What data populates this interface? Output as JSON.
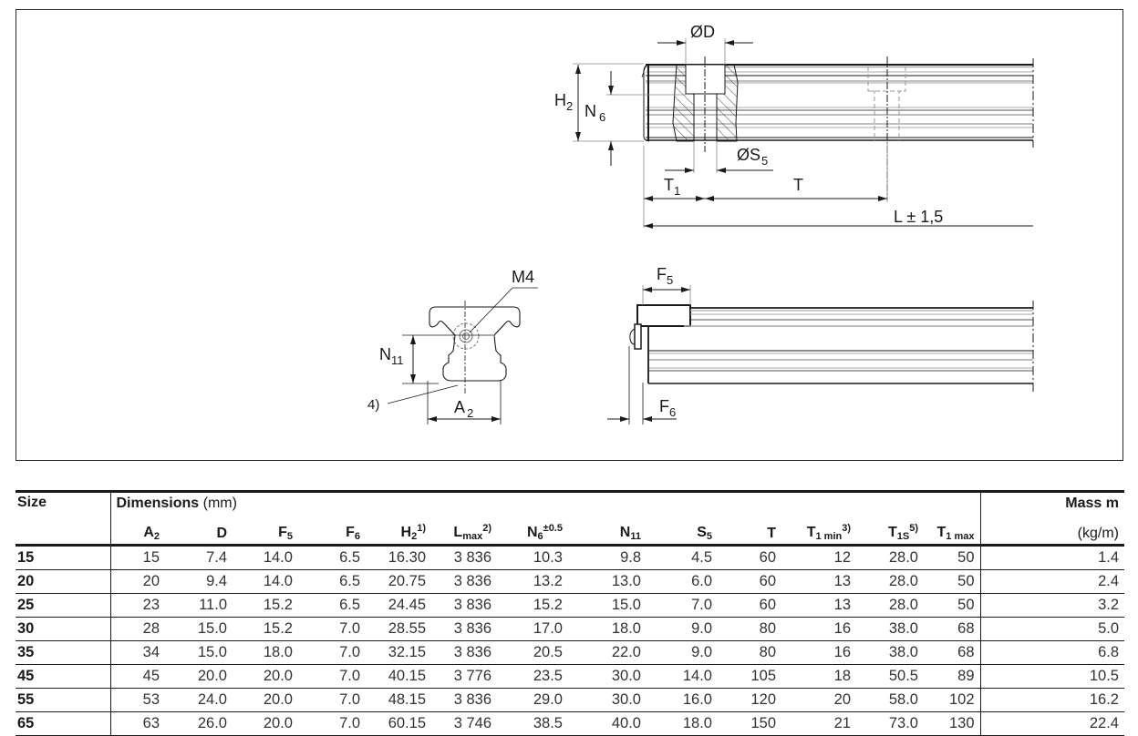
{
  "drawing": {
    "labels": {
      "od": "ØD",
      "h2": "H",
      "h2_sub": "2",
      "n6": "N",
      "n6_sub": "6",
      "os5": "ØS",
      "os5_sub": "5",
      "t1": "T",
      "t1_sub": "1",
      "t": "T",
      "l": "L ± 1,5",
      "m4": "M4",
      "n11": "N",
      "n11_sub": "11",
      "note4": "4)",
      "a2": "A",
      "a2_sub": "2",
      "f5": "F",
      "f5_sub": "5",
      "f6": "F",
      "f6_sub": "6"
    }
  },
  "table": {
    "size_header": "Size",
    "dimensions_header": "Dimensions",
    "dimensions_unit": "(mm)",
    "mass_header": "Mass m",
    "mass_unit": "(kg/m)",
    "columns": [
      {
        "base": "A",
        "sub": "2",
        "sup": ""
      },
      {
        "base": "D",
        "sub": "",
        "sup": ""
      },
      {
        "base": "F",
        "sub": "5",
        "sup": ""
      },
      {
        "base": "F",
        "sub": "6",
        "sup": ""
      },
      {
        "base": "H",
        "sub": "2",
        "sup": "1)"
      },
      {
        "base": "L",
        "sub": "max",
        "sup": "2)"
      },
      {
        "base": "N",
        "sub": "6",
        "sup": "±0.5"
      },
      {
        "base": "N",
        "sub": "11",
        "sup": ""
      },
      {
        "base": "S",
        "sub": "5",
        "sup": ""
      },
      {
        "base": "T",
        "sub": "",
        "sup": ""
      },
      {
        "base": "T",
        "sub": "1 min",
        "sup": "3)"
      },
      {
        "base": "T",
        "sub": "1S",
        "sup": "5)"
      },
      {
        "base": "T",
        "sub": "1 max",
        "sup": ""
      }
    ],
    "rows": [
      {
        "size": "15",
        "values": [
          "15",
          "7.4",
          "14.0",
          "6.5",
          "16.30",
          "3 836",
          "10.3",
          "9.8",
          "4.5",
          "60",
          "12",
          "28.0",
          "50"
        ],
        "mass": "1.4"
      },
      {
        "size": "20",
        "values": [
          "20",
          "9.4",
          "14.0",
          "6.5",
          "20.75",
          "3 836",
          "13.2",
          "13.0",
          "6.0",
          "60",
          "13",
          "28.0",
          "50"
        ],
        "mass": "2.4"
      },
      {
        "size": "25",
        "values": [
          "23",
          "11.0",
          "15.2",
          "6.5",
          "24.45",
          "3 836",
          "15.2",
          "15.0",
          "7.0",
          "60",
          "13",
          "28.0",
          "50"
        ],
        "mass": "3.2"
      },
      {
        "size": "30",
        "values": [
          "28",
          "15.0",
          "15.2",
          "7.0",
          "28.55",
          "3 836",
          "17.0",
          "18.0",
          "9.0",
          "80",
          "16",
          "38.0",
          "68"
        ],
        "mass": "5.0"
      },
      {
        "size": "35",
        "values": [
          "34",
          "15.0",
          "18.0",
          "7.0",
          "32.15",
          "3 836",
          "20.5",
          "22.0",
          "9.0",
          "80",
          "16",
          "38.0",
          "68"
        ],
        "mass": "6.8"
      },
      {
        "size": "45",
        "values": [
          "45",
          "20.0",
          "20.0",
          "7.0",
          "40.15",
          "3 776",
          "23.5",
          "30.0",
          "14.0",
          "105",
          "18",
          "50.5",
          "89"
        ],
        "mass": "10.5"
      },
      {
        "size": "55",
        "values": [
          "53",
          "24.0",
          "20.0",
          "7.0",
          "48.15",
          "3 836",
          "29.0",
          "30.0",
          "16.0",
          "120",
          "20",
          "58.0",
          "102"
        ],
        "mass": "16.2"
      },
      {
        "size": "65",
        "values": [
          "63",
          "26.0",
          "20.0",
          "7.0",
          "60.15",
          "3 746",
          "38.5",
          "40.0",
          "18.0",
          "150",
          "21",
          "73.0",
          "130"
        ],
        "mass": "22.4"
      }
    ]
  }
}
